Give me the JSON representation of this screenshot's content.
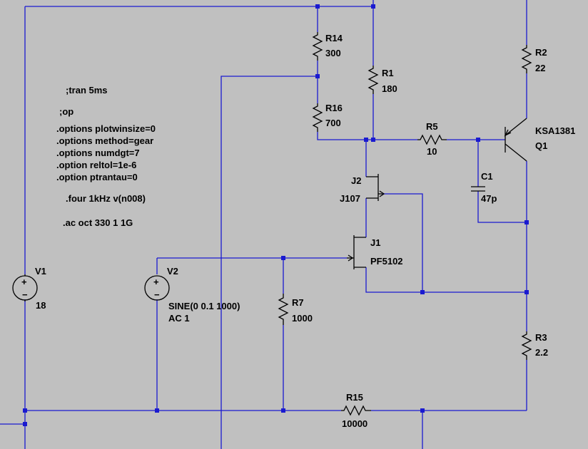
{
  "colors": {
    "background": "#c0c0c0",
    "wire": "#1a1ad0",
    "component": "#000000"
  },
  "components": {
    "R14": {
      "name": "R14",
      "value": "300"
    },
    "R16": {
      "name": "R16",
      "value": "700"
    },
    "R1": {
      "name": "R1",
      "value": "180"
    },
    "R2": {
      "name": "R2",
      "value": "22"
    },
    "R5": {
      "name": "R5",
      "value": "10"
    },
    "Q1": {
      "name": "Q1",
      "value": "KSA1381"
    },
    "C1": {
      "name": "C1",
      "value": "47p"
    },
    "J2": {
      "name": "J2",
      "value": "J107"
    },
    "J1": {
      "name": "J1",
      "value": "PF5102"
    },
    "V1": {
      "name": "V1",
      "value": "18"
    },
    "V2": {
      "name": "V2",
      "value": "SINE(0 0.1 1000)",
      "value2": "AC 1"
    },
    "R7": {
      "name": "R7",
      "value": "1000"
    },
    "R3": {
      "name": "R3",
      "value": "2.2"
    },
    "R15": {
      "name": "R15",
      "value": "10000"
    }
  },
  "directives": {
    "tran": ";tran 5ms",
    "op": ";op",
    "opt1": ".options plotwinsize=0",
    "opt2": ".options method=gear",
    "opt3": ".options numdgt=7",
    "opt4": ".option reltol=1e-6",
    "opt5": ".option ptrantau=0",
    "four": ".four 1kHz v(n008)",
    "ac": ".ac oct 330 1 1G"
  }
}
